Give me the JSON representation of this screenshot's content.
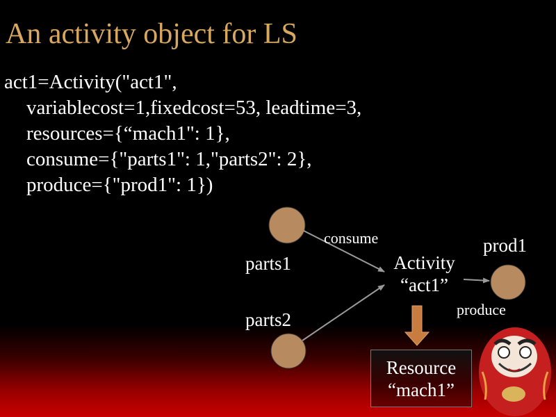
{
  "slide": {
    "title": "An activity object for LS",
    "title_color": "#d8a860"
  },
  "code": {
    "lines": [
      "act1=Activity(\"act1\",",
      "variablecost=1,fixedcost=53, leadtime=3,",
      "resources={“mach1\": 1},",
      "consume={\"parts1\": 1,\"parts2\": 2},",
      "produce={\"prod1\": 1})"
    ]
  },
  "diagram": {
    "parts1_label": "parts1",
    "parts2_label": "parts2",
    "consume_label": "consume",
    "activity_lines": [
      "Activity",
      "“act1”"
    ],
    "prod1_label": "prod1",
    "produce_label": "produce",
    "resource_lines": [
      "Resource",
      "“mach1”"
    ],
    "node_color": "#b88a60",
    "arrow_color": "#9a9a9a",
    "resource_arrow_color": "#c87c40"
  }
}
